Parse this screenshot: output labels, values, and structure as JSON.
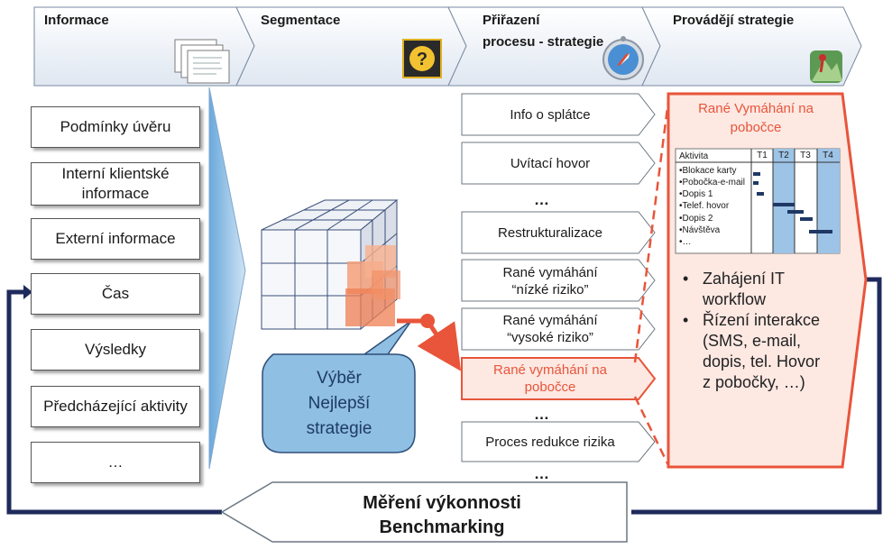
{
  "stages": [
    {
      "label": "Informace",
      "icon": "documents-icon"
    },
    {
      "label": "Segmentace",
      "icon": "question-head-icon"
    },
    {
      "label": "Přiřazení\nprocesu - strategie",
      "icon": "compass-icon"
    },
    {
      "label": "Provádějí strategie",
      "icon": "mountain-climber-icon"
    }
  ],
  "info_items": [
    "Podmínky úvěru",
    "Interní klientské informace",
    "Externí informace",
    "Čas",
    "Výsledky",
    "Předcházející aktivity",
    "…"
  ],
  "segmentation": {
    "callout": "Výběr\nNejlepší\nstrategie"
  },
  "processes": [
    {
      "label": "Info o splátce"
    },
    {
      "label": "Uvítací hovor"
    },
    {
      "label": "Restrukturalizace"
    },
    {
      "label": "Rané vymáhání\n“nízké riziko”"
    },
    {
      "label": "Rané vymáhání\n“vysoké riziko”"
    },
    {
      "label": "Rané vymáhání na\npobočce",
      "highlight": true
    },
    {
      "label": "Proces redukce rizika"
    }
  ],
  "ellipsis": "…",
  "execution": {
    "title": "Rané Vymáhání na\npobočce",
    "gantt": {
      "header": "Aktivita",
      "periods": [
        "T1",
        "T2",
        "T3",
        "T4"
      ],
      "activities": [
        "•Blokace karty",
        "•Pobočka-e-mail",
        "•Dopis 1",
        "•Telef. hovor",
        "•Dopis 2",
        "•Návštěva",
        "•…"
      ]
    },
    "bullets": [
      "Zahájení IT\nworkflow",
      "Řízení interakce\n(SMS, e-mail,\ndopis, tel. Hovor\nz pobočky, …)"
    ]
  },
  "footer": {
    "line1": "Měření výkonnosti",
    "line2": "Benchmarking"
  },
  "colors": {
    "accent": "#e8553a",
    "accent_fill": "#fde8e2",
    "blue_fill": "#9dc3e6",
    "blue_border": "#2e75b6",
    "navy": "#1f2a5c",
    "callout_fill": "#8fbfe3"
  }
}
